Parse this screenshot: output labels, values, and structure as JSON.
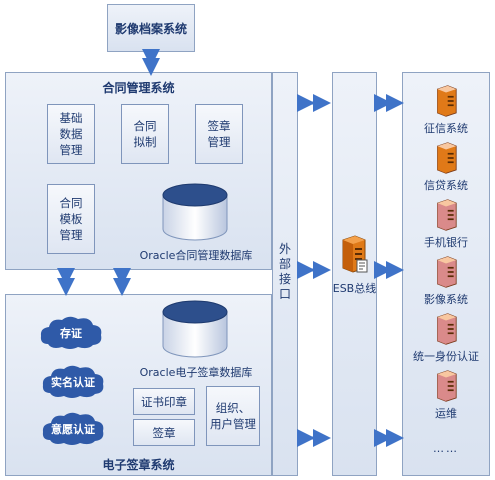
{
  "imaging_system": {
    "title": "影像档案系统"
  },
  "contract_system": {
    "title": "合同管理系统",
    "modules": [
      "基础\n数据\n管理",
      "合同\n拟制",
      "签章\n管理",
      "合同\n模板\n管理"
    ],
    "database": "Oracle合同管理数据库"
  },
  "esign_system": {
    "title": "电子签章系统",
    "clouds": [
      "存证",
      "实名认证",
      "意愿认证"
    ],
    "database": "Oracle电子签章数据库",
    "modules": [
      "证书印章",
      "签章",
      "组织、\n用户管理"
    ]
  },
  "external_interface": {
    "label": "外\n部\n接\n口"
  },
  "esb": {
    "label": "ESB总线",
    "icon": "server-icon"
  },
  "external_systems": {
    "items": [
      "征信系统",
      "信贷系统",
      "手机银行",
      "影像系统",
      "统一身份认证",
      "运维"
    ],
    "ellipsis": "……",
    "icon_colors": [
      "#e07a18",
      "#e07a18",
      "#d98a8a",
      "#d98a8a",
      "#d98a8a",
      "#d98a8a"
    ]
  },
  "colors": {
    "panel_border": "#8fa3c2",
    "arrow": "#3f73c8",
    "cloud": "#2f5aa8",
    "database_top": "#2d4f8c"
  }
}
